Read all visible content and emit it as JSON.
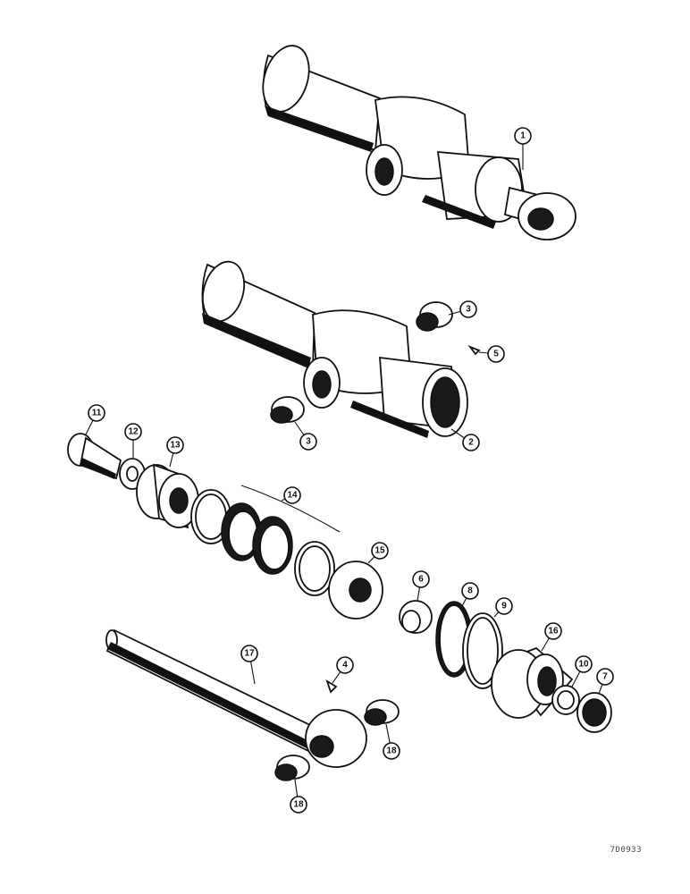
{
  "diagram": {
    "callouts": [
      {
        "id": "c1",
        "label": "1"
      },
      {
        "id": "c2",
        "label": "2"
      },
      {
        "id": "c3a",
        "label": "3"
      },
      {
        "id": "c3b",
        "label": "3"
      },
      {
        "id": "c4",
        "label": "4"
      },
      {
        "id": "c5",
        "label": "5"
      },
      {
        "id": "c6",
        "label": "6"
      },
      {
        "id": "c7",
        "label": "7"
      },
      {
        "id": "c8",
        "label": "8"
      },
      {
        "id": "c9",
        "label": "9"
      },
      {
        "id": "c10",
        "label": "10"
      },
      {
        "id": "c11",
        "label": "11"
      },
      {
        "id": "c12",
        "label": "12"
      },
      {
        "id": "c13",
        "label": "13"
      },
      {
        "id": "c14",
        "label": "14"
      },
      {
        "id": "c15",
        "label": "15"
      },
      {
        "id": "c16",
        "label": "16"
      },
      {
        "id": "c17",
        "label": "17"
      },
      {
        "id": "c18a",
        "label": "18"
      },
      {
        "id": "c18b",
        "label": "18"
      }
    ],
    "drawing_code": "7D0933"
  }
}
